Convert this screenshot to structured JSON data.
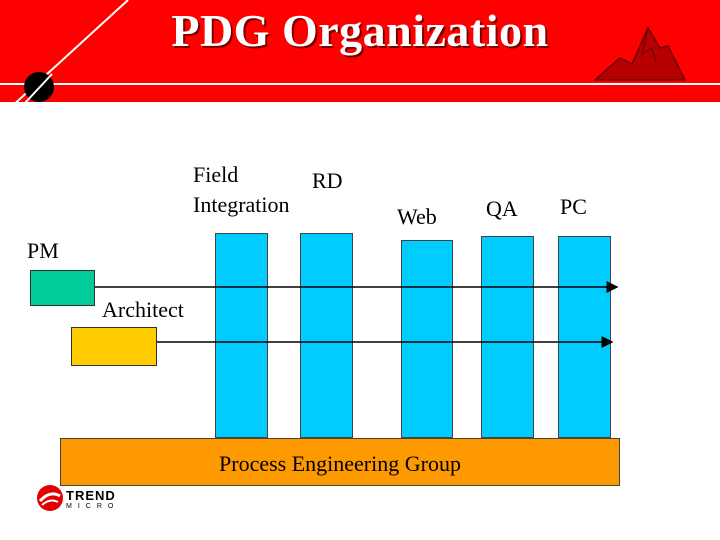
{
  "slide": {
    "title": "PDG Organization"
  },
  "labels": {
    "field": "Field",
    "integration": "Integration",
    "rd": "RD",
    "web": "Web",
    "qa": "QA",
    "pc": "PC",
    "pm": "PM",
    "architect": "Architect",
    "process_engineering_group": "Process Engineering Group"
  },
  "logo": {
    "name": "TREND",
    "sub": "MICRO"
  },
  "colors": {
    "header": "#ff0000",
    "columns": "#00ccff",
    "pm_box": "#00cc99",
    "architect_box": "#ffcc00",
    "process_bar": "#ff9900"
  }
}
